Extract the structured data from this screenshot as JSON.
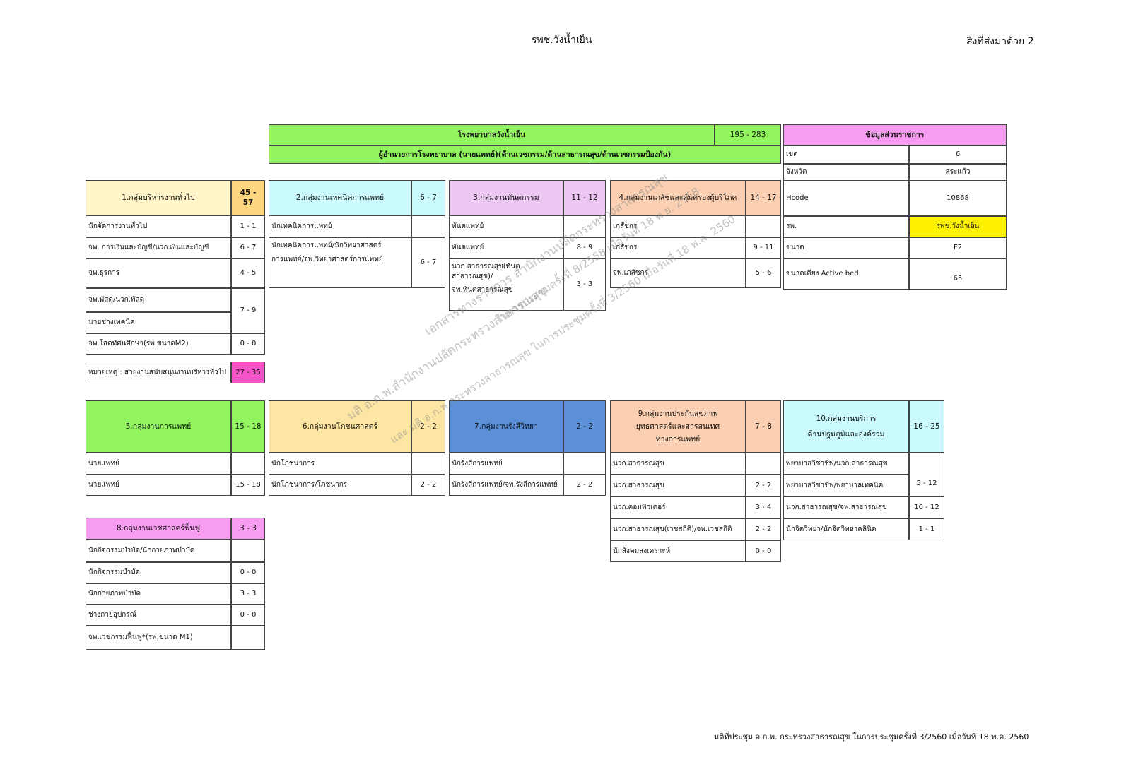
{
  "header": {
    "center": "รพช.วังน้ำเย็น",
    "right": "สิ่งที่ส่งมาด้วย 2"
  },
  "top": {
    "title": "โรงพยาบาลวังน้ำเย็น",
    "range": "195 - 283",
    "director": "ผู้อำนวยการโรงพยาบาล (นายแพทย์)(ด้านเวชกรรม/ด้านสาธารณสุข/ด้านเวชกรรมป้องกัน)"
  },
  "info": {
    "title": "ข้อมูลส่วนราชการ",
    "rows": [
      {
        "label": "เขต",
        "value": "6"
      },
      {
        "label": "จังหวัด",
        "value": "สระแก้ว"
      },
      {
        "label": "Hcode",
        "value": "10868"
      },
      {
        "label": "รพ.",
        "value": "รพช.วังน้ำเย็น"
      },
      {
        "label": "ขนาด",
        "value": "F2"
      },
      {
        "label": "ขนาดเตียง Active bed",
        "value": "65"
      }
    ]
  },
  "g1": {
    "title": "1.กลุ่มบริหารงานทั่วไป",
    "range": "45 - 57",
    "rows": [
      "นักจัดการงานทั่วไป",
      "จพ. การเงินและบัญชี/นวก.เงินและบัญชี",
      "จพ.ธุรการ",
      "จพ.พัสดุ/นวก.พัสดุ",
      "นายช่างเทคนิค",
      "จพ.โสตทัศนศึกษา(รพ.ขนาดM2)"
    ],
    "nums": [
      "1 - 1",
      "6 - 7",
      "4 - 5",
      "7 - 9",
      "0 - 0"
    ],
    "note": "หมายเหตุ : สายงานสนับสนุนงานบริหารทั่วไป",
    "note_range": "27 - 35"
  },
  "g2": {
    "title": "2.กลุ่มงานเทคนิคการแพทย์",
    "range": "6 - 7",
    "rows": [
      "นักเทคนิคการแพทย์",
      "นักเทคนิคการแพทย์/นักวิทยาศาสตร์",
      "การแพทย์/จพ.วิทยาศาสตร์การแพทย์"
    ],
    "num": "6 - 7"
  },
  "g3": {
    "title": "3.กลุ่มงานทันตกรรม",
    "range": "11 - 12",
    "rows": [
      "ทันตแพทย์",
      "ทันตแพทย์",
      "นวก.สาธารณสุข(ทันตสาธารณสุข)/",
      "จพ.ทันตสาธารณสุข"
    ],
    "nums": [
      "8 - 9",
      "3 - 3"
    ]
  },
  "g4": {
    "title": "4.กลุ่มงานเภสัชและคุ้มครองผู้บริโภค",
    "range": "14 - 17",
    "rows": [
      "เภสัชกร",
      "เภสัชกร",
      "จพ.เภสัชกร"
    ],
    "nums": [
      "9 - 11",
      "5 - 6"
    ]
  },
  "g5": {
    "title": "5.กลุ่มงานการแพทย์",
    "range": "15 - 18",
    "rows": [
      "นายแพทย์",
      "นายแพทย์"
    ],
    "num": "15 - 18"
  },
  "g6": {
    "title": "6.กลุ่มงานโภชนศาสตร์",
    "range": "2 - 2",
    "rows": [
      "นักโภชนาการ",
      "นักโภชนาการ/โภชนากร"
    ],
    "num": "2 - 2"
  },
  "g7": {
    "title": "7.กลุ่มงานรังสีวิทยา",
    "range": "2 - 2",
    "rows": [
      "นักรังสีการแพทย์",
      "นักรังสีการแพทย์/จพ.รังสีการแพทย์"
    ],
    "num": "2 - 2"
  },
  "g8": {
    "title": "8.กลุ่มงานเวชศาสตร์ฟื้นฟู",
    "range": "3 - 3",
    "rows": [
      "นักกิจกรรมบำบัด/นักกายภาพบำบัด",
      "นักกิจกรรมบำบัด",
      "นักกายภาพบำบัด",
      "ช่างกายอุปกรณ์",
      "จพ.เวชกรรมฟื้นฟู*(รพ.ขนาด M1)"
    ],
    "nums": [
      "0 - 0",
      "3 - 3",
      "0 - 0"
    ]
  },
  "g9": {
    "title1": "9.กลุ่มงานประกันสุขภาพ",
    "title2": "ยุทธศาสตร์และสารสนเทศ",
    "title3": "ทางการแพทย์",
    "range": "7 - 8",
    "rows": [
      "นวก.สาธารณสุข",
      "นวก.สาธารณสุข",
      "นวก.คอมพิวเตอร์",
      "นวก.สาธารณสุข(เวชสถิติ)/จพ.เวชสถิติ",
      "นักสังคมสงเคราะห์"
    ],
    "nums": [
      "2 - 2",
      "3 - 4",
      "2 - 2",
      "0 - 0"
    ]
  },
  "g10": {
    "title1": "10.กลุ่มงานบริการ",
    "title2": "ด้านปฐมภูมิและองค์รวม",
    "range": "16 - 25",
    "rows": [
      "พยาบาลวิชาชีพ/นวก.สาธารณสุข",
      "พยาบาลวิชาชีพ/พยาบาลเทคนิค",
      "นวก.สาธารณสุข/จพ.สาธารณสุข",
      "นักจิตวิทยา/นักจิตวิทยาคลินิค"
    ],
    "nums": [
      "5 - 12",
      "10 - 12",
      "1 - 1"
    ]
  },
  "watermark": {
    "line1": "มติ อ.ก.พ.สำนักงานปลัดกระทรวงสาธารณสุข",
    "line2": "เอกสารทางราชการ สำนักงานปลัดกระทรวงสาธารณสุข",
    "line3": "ในการประชุมครั้งที่ 8/2558 เมื่อวันที่ 18 พ.ย. 2558",
    "line4": "และ มติ อ.ก.พ.กระทรวงสาธารณสุข ในการประชุมครั้งที่ 3/2560 เมื่อวันที่ 18 พ.ค. 2560"
  },
  "footer": "มติที่ประชุม อ.ก.พ. กระทรวงสาธารณสุข ในการประชุมครั้งที่ 3/2560 เมื่อวันที่ 18 พ.ค. 2560"
}
